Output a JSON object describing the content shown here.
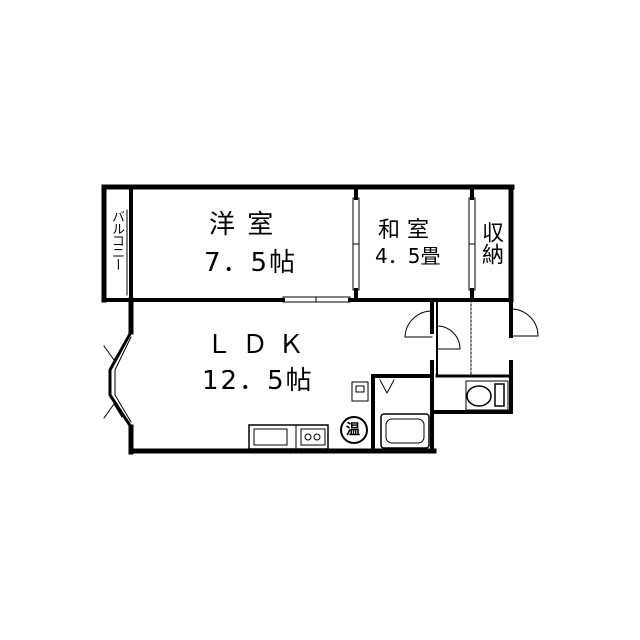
{
  "rooms": {
    "yoshitsu": {
      "name": "洋 室",
      "size": "7．5帖"
    },
    "washitsu": {
      "name": "和 室",
      "size": "4．5畳"
    },
    "shuno": {
      "name": "収納"
    },
    "balcony": {
      "name": "バルコニー"
    },
    "ldk": {
      "name": "ＬＤＫ",
      "size": "12．5帖"
    }
  },
  "fixtures": {
    "water_heater": "温"
  },
  "colors": {
    "line": "#000000",
    "background": "#ffffff"
  }
}
